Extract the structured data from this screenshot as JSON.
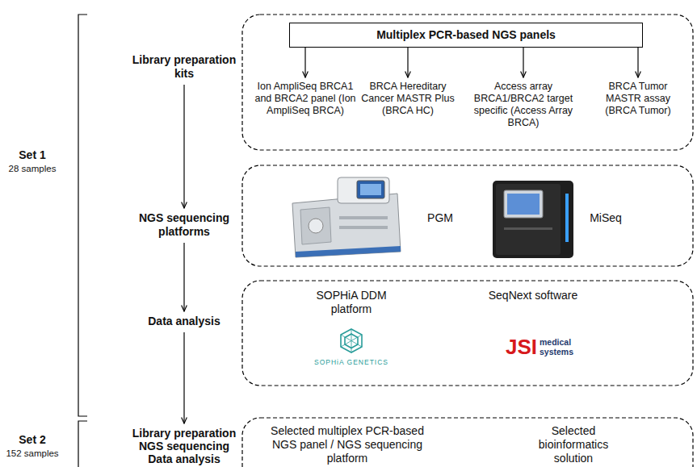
{
  "diagram": {
    "nodes": [
      {
        "text": [
          "Library preparation kits"
        ]
      },
      {
        "text": [
          "NGS sequencing platforms"
        ]
      },
      {
        "text": [
          "Data analysis"
        ]
      },
      {
        "text": [
          "Library preparation",
          "NGS sequencing",
          "Data analysis"
        ]
      },
      {
        "text": [
          "Multiplex PCR-based NGS panels"
        ]
      },
      {
        "text": [
          "Ion AmpliSeq BRCA1 and BRCA2 panel (Ion AmpliSeq BRCA)"
        ]
      },
      {
        "text": [
          "BRCA Hereditary Cancer MASTR Plus (BRCA HC)"
        ]
      },
      {
        "text": [
          "Access array BRCA1/BRCA2 target specific (Access Array BRCA)"
        ]
      },
      {
        "text": [
          "BRCA Tumor MASTR assay (BRCA Tumor)"
        ]
      }
    ],
    "edges": [
      {
        "from": 0,
        "to": 1,
        "arrow": "to"
      },
      {
        "from": 1,
        "to": 2,
        "arrow": "to"
      },
      {
        "from": 2,
        "to": 3,
        "arrow": "to"
      },
      {
        "from": 4,
        "to": 5,
        "arrow": "to"
      },
      {
        "from": 4,
        "to": 6,
        "arrow": "to"
      },
      {
        "from": 4,
        "to": 7,
        "arrow": "to"
      },
      {
        "from": 4,
        "to": 8,
        "arrow": "to"
      }
    ],
    "labels": [
      "Set 1",
      "28 samples",
      "Set 2",
      "152 samples",
      "PGM",
      "MiSeq",
      "SOPHiA DDM platform",
      "SOPHiA GENETICS",
      "SeqNext software",
      "JSI",
      "medical systems",
      "Selected multiplex PCR-based NGS panel / NGS sequencing platform",
      "Selected bioinformatics solution"
    ]
  }
}
